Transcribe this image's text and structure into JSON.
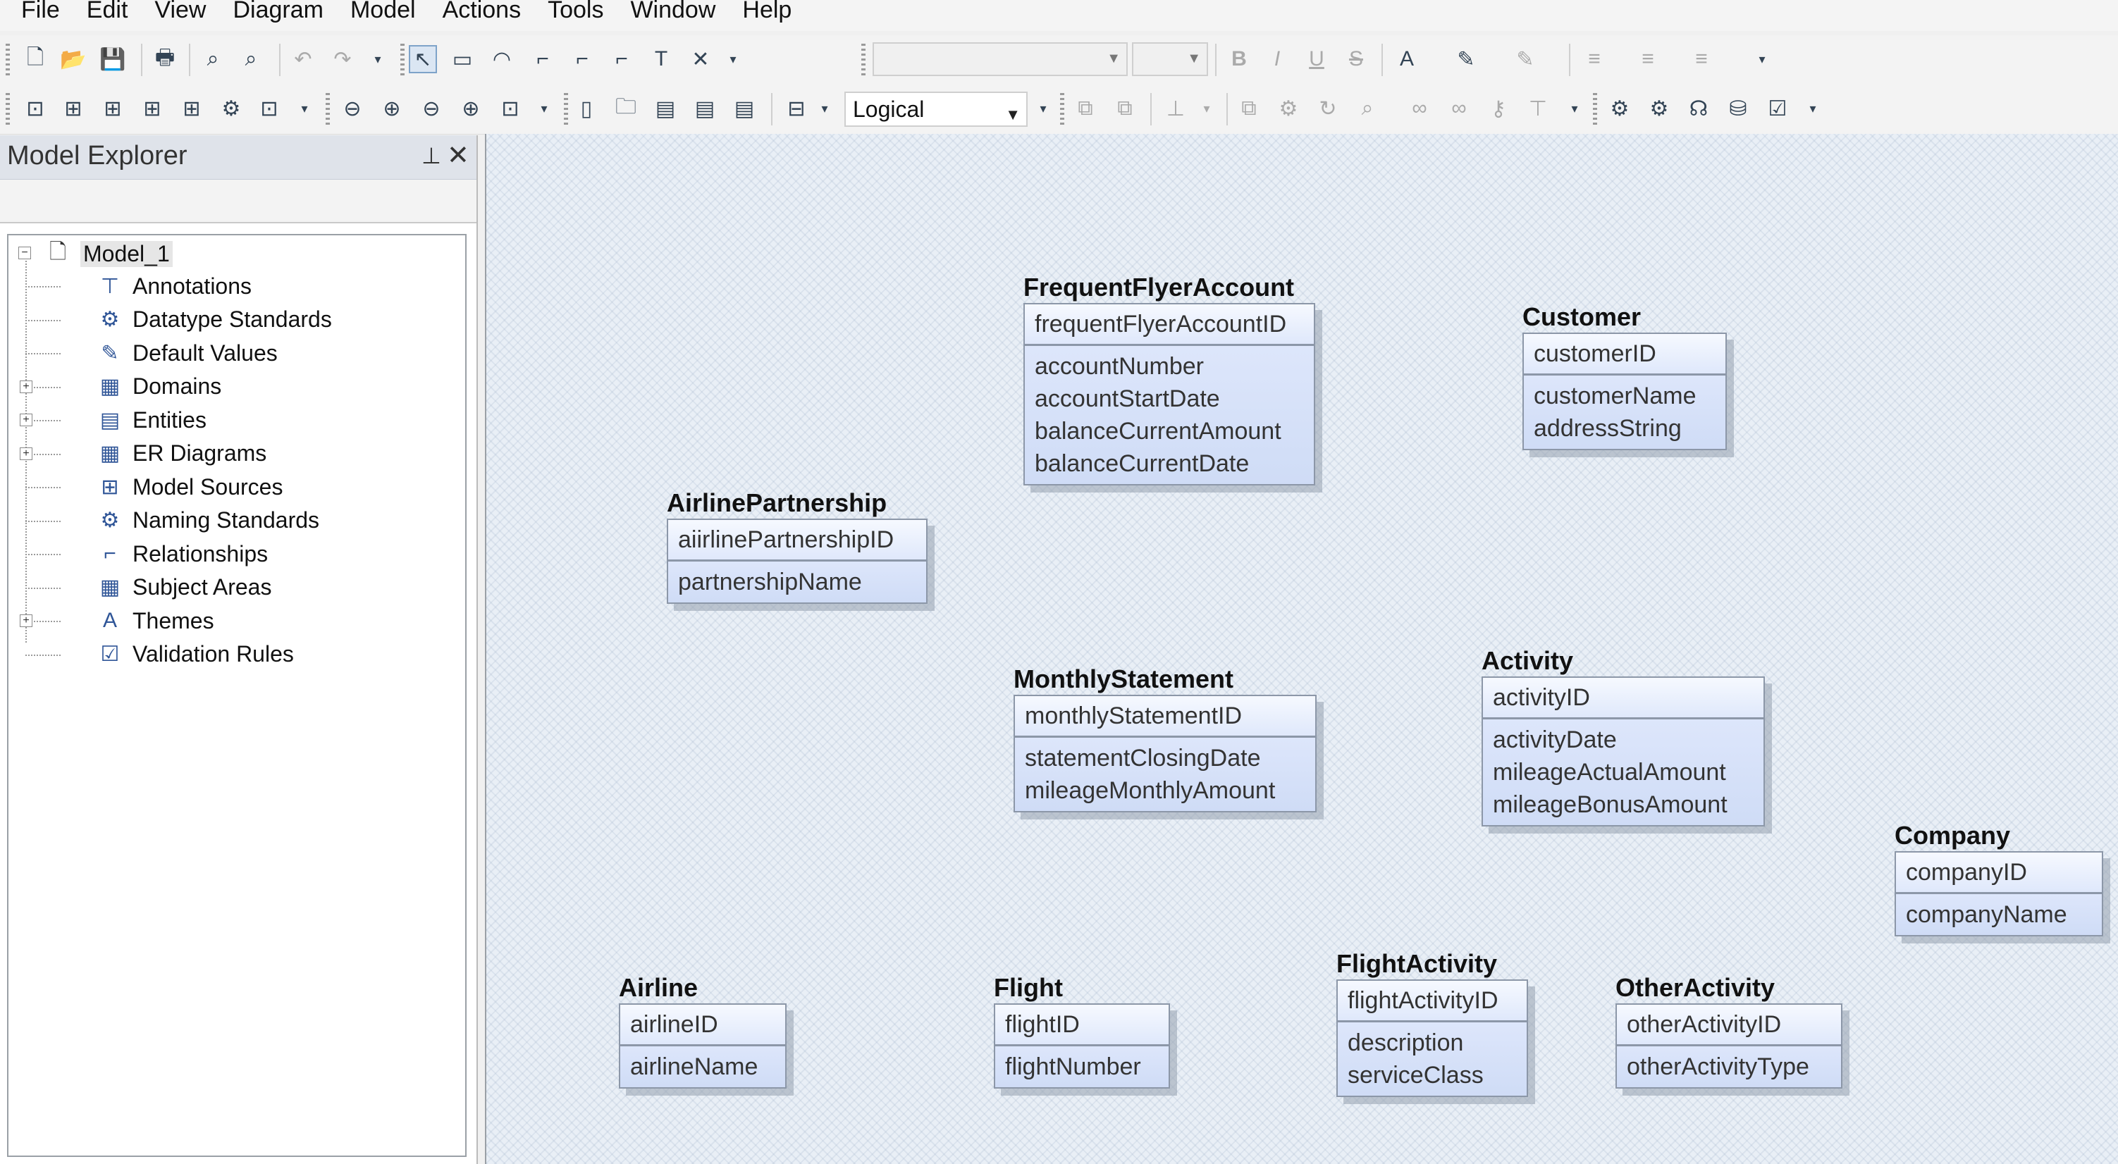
{
  "menu": [
    "File",
    "Edit",
    "View",
    "Diagram",
    "Model",
    "Actions",
    "Tools",
    "Window",
    "Help"
  ],
  "toolbar": {
    "view_mode": "Logical"
  },
  "explorer": {
    "title": "Model Explorer",
    "root": "Model_1",
    "items": [
      {
        "label": "Annotations",
        "icon": "annotations-icon",
        "expandable": false
      },
      {
        "label": "Datatype Standards",
        "icon": "datatype-standards-icon",
        "expandable": false
      },
      {
        "label": "Default Values",
        "icon": "default-values-icon",
        "expandable": false
      },
      {
        "label": "Domains",
        "icon": "domains-icon",
        "expandable": true
      },
      {
        "label": "Entities",
        "icon": "entities-icon",
        "expandable": true
      },
      {
        "label": "ER Diagrams",
        "icon": "er-diagrams-icon",
        "expandable": true
      },
      {
        "label": "Model Sources",
        "icon": "model-sources-icon",
        "expandable": false
      },
      {
        "label": "Naming Standards",
        "icon": "naming-standards-icon",
        "expandable": false
      },
      {
        "label": "Relationships",
        "icon": "relationships-icon",
        "expandable": false
      },
      {
        "label": "Subject Areas",
        "icon": "subject-areas-icon",
        "expandable": false
      },
      {
        "label": "Themes",
        "icon": "themes-icon",
        "expandable": true
      },
      {
        "label": "Validation Rules",
        "icon": "validation-rules-icon",
        "expandable": false
      }
    ]
  },
  "entities": [
    {
      "name": "FrequentFlyerAccount",
      "pk": "frequentFlyerAccountID",
      "attrs": [
        "accountNumber",
        "accountStartDate",
        "balanceCurrentAmount",
        "balanceCurrentDate"
      ]
    },
    {
      "name": "Customer",
      "pk": "customerID",
      "attrs": [
        "customerName",
        "addressString"
      ]
    },
    {
      "name": "AirlinePartnership",
      "pk": "aiirlinePartnershipID",
      "attrs": [
        "partnershipName"
      ]
    },
    {
      "name": "MonthlyStatement",
      "pk": "monthlyStatementID",
      "attrs": [
        "statementClosingDate",
        "mileageMonthlyAmount"
      ]
    },
    {
      "name": "Activity",
      "pk": "activityID",
      "attrs": [
        "activityDate",
        "mileageActualAmount",
        "mileageBonusAmount"
      ]
    },
    {
      "name": "Company",
      "pk": "companyID",
      "attrs": [
        "companyName"
      ]
    },
    {
      "name": "Airline",
      "pk": "airlineID",
      "attrs": [
        "airlineName"
      ]
    },
    {
      "name": "Flight",
      "pk": "flightID",
      "attrs": [
        "flightNumber"
      ]
    },
    {
      "name": "FlightActivity",
      "pk": "flightActivityID",
      "attrs": [
        "description",
        "serviceClass"
      ]
    },
    {
      "name": "OtherActivity",
      "pk": "otherActivityID",
      "attrs": [
        "otherActivityType"
      ]
    }
  ]
}
